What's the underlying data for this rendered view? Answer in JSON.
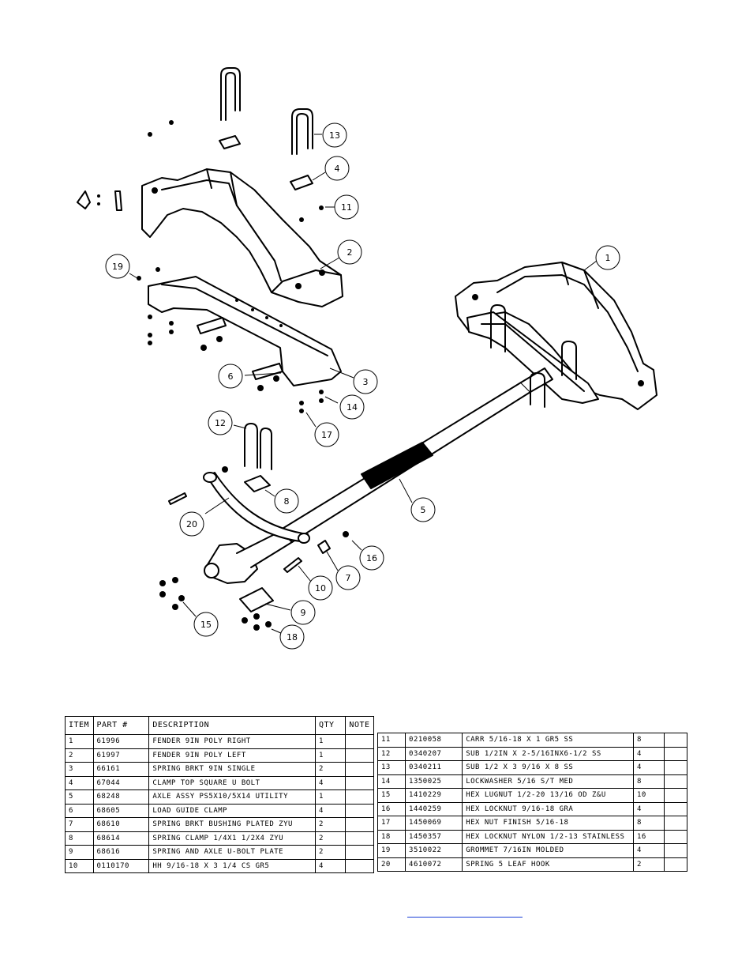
{
  "callouts": [
    "1",
    "2",
    "3",
    "4",
    "5",
    "6",
    "7",
    "8",
    "9",
    "10",
    "11",
    "12",
    "13",
    "14",
    "15",
    "16",
    "17",
    "18",
    "19",
    "20"
  ],
  "table": {
    "headers": {
      "item": "ITEM",
      "part": "PART #",
      "description": "DESCRIPTION",
      "qty": "QTY",
      "note": "NOTE"
    },
    "left_rows": [
      {
        "item": "1",
        "part": "61996",
        "description": "FENDER  9IN POLY RIGHT",
        "qty": "1"
      },
      {
        "item": "2",
        "part": "61997",
        "description": "FENDER  9IN POLY LEFT",
        "qty": "1"
      },
      {
        "item": "3",
        "part": "66161",
        "description": "SPRING BRKT  9IN SINGLE",
        "qty": "2"
      },
      {
        "item": "4",
        "part": "67044",
        "description": "CLAMP TOP SQUARE U BOLT",
        "qty": "4"
      },
      {
        "item": "5",
        "part": "68248",
        "description": "AXLE ASSY PS5X10/5X14 UTILITY",
        "qty": "1"
      },
      {
        "item": "6",
        "part": "68605",
        "description": "LOAD GUIDE CLAMP",
        "qty": "4"
      },
      {
        "item": "7",
        "part": "68610",
        "description": "SPRING BRKT BUSHING PLATED ZYU",
        "qty": "2"
      },
      {
        "item": "8",
        "part": "68614",
        "description": "SPRING CLAMP   1/4X1 1/2X4  ZYU",
        "qty": "2"
      },
      {
        "item": "9",
        "part": "68616",
        "description": "SPRING AND AXLE U-BOLT PLATE",
        "qty": "2"
      },
      {
        "item": "10",
        "part": "0110170",
        "description": "HH 9/16-18 X 3 1/4 CS GR5",
        "qty": "4"
      }
    ],
    "right_rows": [
      {
        "item": "11",
        "part": "0210058",
        "description": "CARR 5/16-18 X 1 GR5 SS",
        "qty": "8"
      },
      {
        "item": "12",
        "part": "0340207",
        "description": "SUB 1/2IN X 2-5/16INX6-1/2 SS",
        "qty": "4"
      },
      {
        "item": "13",
        "part": "0340211",
        "description": "SUB 1/2 X 3 9/16 X 8 SS",
        "qty": "4"
      },
      {
        "item": "14",
        "part": "1350025",
        "description": "LOCKWASHER 5/16 S/T MED",
        "qty": "8"
      },
      {
        "item": "15",
        "part": "1410229",
        "description": "HEX LUGNUT 1/2-20 13/16 OD Z&U",
        "qty": "10"
      },
      {
        "item": "16",
        "part": "1440259",
        "description": "HEX LOCKNUT 9/16-18 GRA",
        "qty": "4"
      },
      {
        "item": "17",
        "part": "1450069",
        "description": "HEX NUT FINISH 5/16-18",
        "qty": "8"
      },
      {
        "item": "18",
        "part": "1450357",
        "description": "HEX LOCKNUT NYLON 1/2-13 STAINLESS",
        "qty": "16"
      },
      {
        "item": "19",
        "part": "3510022",
        "description": "GROMMET  7/16IN MOLDED",
        "qty": "4"
      },
      {
        "item": "20",
        "part": "4610072",
        "description": "SPRING  5 LEAF HOOK",
        "qty": "2"
      }
    ]
  }
}
